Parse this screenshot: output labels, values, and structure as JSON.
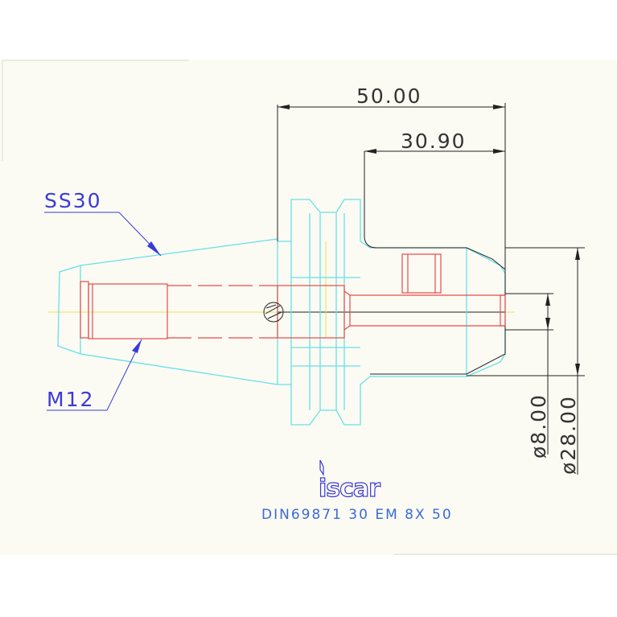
{
  "drawing": {
    "dimensions": {
      "overall_length": "50.00",
      "body_length": "30.90",
      "bore_diameter": "ø8.00",
      "body_diameter": "ø28.00"
    },
    "labels": {
      "taper": "SS30",
      "thread": "M12"
    },
    "logo_text": "iscar",
    "caption": "DIN69871 30 EM 8X 50"
  }
}
